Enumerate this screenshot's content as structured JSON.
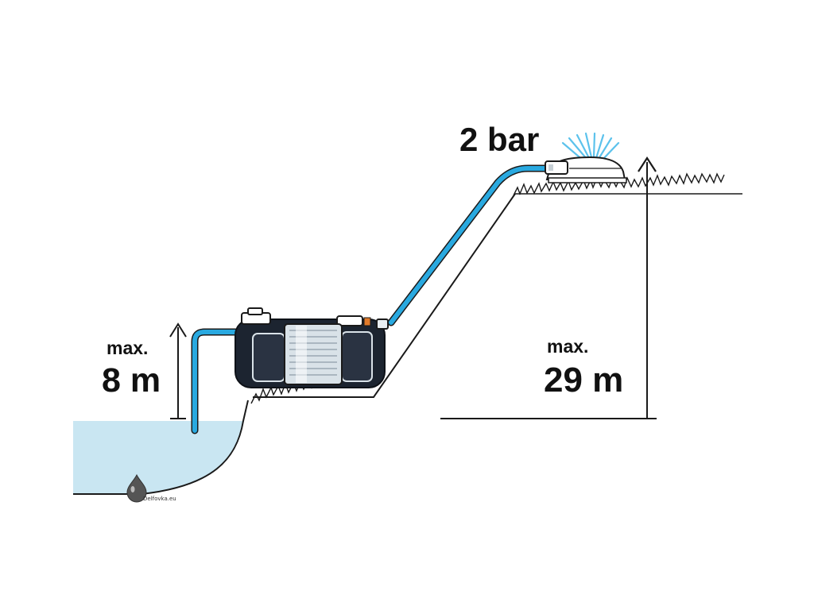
{
  "labels": {
    "pressure": "2 bar",
    "suction_max": "max.",
    "suction_value": "8 m",
    "delivery_max": "max.",
    "delivery_value": "29 m"
  },
  "watermark": "Delfovka.eu",
  "colors": {
    "hose": "#29a9e0",
    "water": "#c9e6f2",
    "pump_body": "#1c2430",
    "pump_metal": "#d9e2e8",
    "outline": "#1a1a1a",
    "sprinkler_spray": "#5cc2ec",
    "drop": "#555555"
  },
  "icons": [
    "pump-icon",
    "sprinkler-icon",
    "water-drop-icon"
  ]
}
